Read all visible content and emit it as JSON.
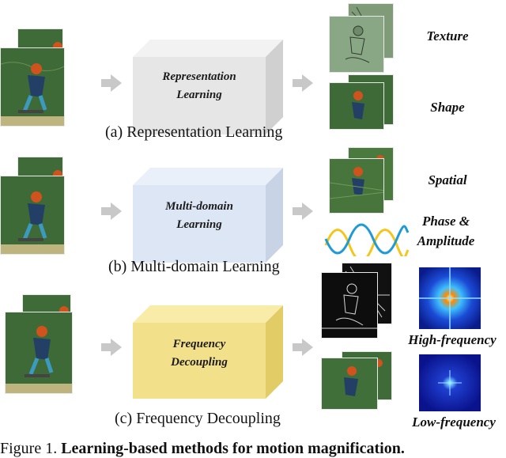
{
  "panels": [
    {
      "box_label": "Representation\nLearning",
      "caption": "(a) Representation Learning",
      "outputs": [
        "Texture",
        "Shape"
      ],
      "box_color": "#e6e6e6"
    },
    {
      "box_label": "Multi-domain\nLearning",
      "caption": "(b) Multi-domain Learning",
      "outputs": [
        "Spatial",
        "Phase &\nAmplitude"
      ],
      "box_color": "#dde6f5"
    },
    {
      "box_label": "Frequency\nDecoupling",
      "caption": "(c) Frequency Decoupling",
      "outputs": [
        "High-frequency",
        "Low-frequency"
      ],
      "box_color": "#f2e08a"
    }
  ],
  "wave_colors": [
    "#f5c518",
    "#1e9ad6"
  ],
  "arrow_color": "#c8c8c8",
  "figure_caption": {
    "prefix": "Figure 1.",
    "bold": "Learning-based methods for motion magnification."
  }
}
